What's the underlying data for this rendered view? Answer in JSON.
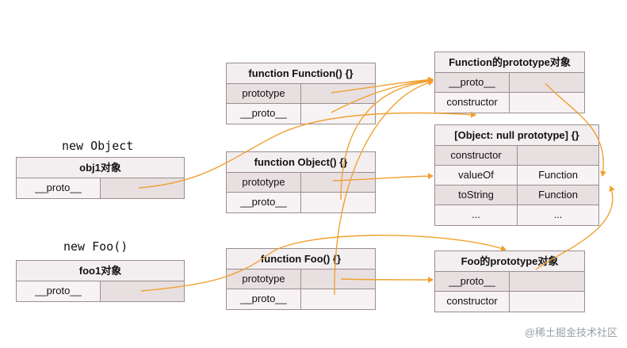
{
  "captions": {
    "new_object": "new Object",
    "new_foo": "new Foo()"
  },
  "obj1": {
    "title": "obj1对象",
    "rows": [
      {
        "key": "__proto__",
        "val": ""
      }
    ]
  },
  "foo1": {
    "title": "foo1对象",
    "rows": [
      {
        "key": "__proto__",
        "val": ""
      }
    ]
  },
  "fn_function": {
    "title": "function Function() {}",
    "rows": [
      {
        "key": "prototype",
        "val": ""
      },
      {
        "key": "__proto__",
        "val": ""
      }
    ]
  },
  "fn_object": {
    "title": "function Object() {}",
    "rows": [
      {
        "key": "prototype",
        "val": ""
      },
      {
        "key": "__proto__",
        "val": ""
      }
    ]
  },
  "fn_foo": {
    "title": "function Foo() {}",
    "rows": [
      {
        "key": "prototype",
        "val": ""
      },
      {
        "key": "__proto__",
        "val": ""
      }
    ]
  },
  "function_proto": {
    "title": "Function的prototype对象",
    "rows": [
      {
        "key": "__proto__",
        "val": ""
      },
      {
        "key": "constructor",
        "val": ""
      }
    ]
  },
  "object_proto": {
    "title": "[Object: null prototype] {}",
    "rows": [
      {
        "key": "constructor",
        "val": ""
      },
      {
        "key": "valueOf",
        "val": "Function"
      },
      {
        "key": "toString",
        "val": "Function"
      },
      {
        "key": "...",
        "val": "..."
      }
    ]
  },
  "foo_proto": {
    "title": "Foo的prototype对象",
    "rows": [
      {
        "key": "__proto__",
        "val": ""
      },
      {
        "key": "constructor",
        "val": ""
      }
    ]
  },
  "watermark": "@稀土掘金技术社区",
  "colors": {
    "arrow": "#f0a030",
    "border": "#9a8d8f",
    "header_bg": "#f3eeef",
    "cell_fill": "#e8dfe1"
  }
}
